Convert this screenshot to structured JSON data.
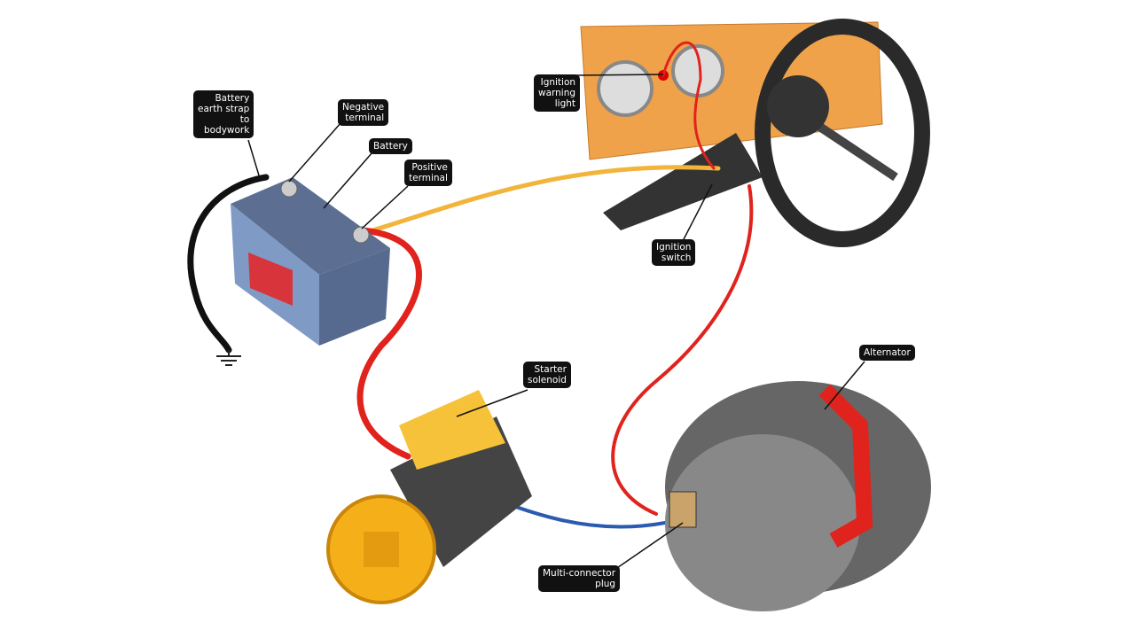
{
  "labels": {
    "earth_strap": "Battery\nearth strap\nto\nbodywork",
    "negative_terminal": "Negative\nterminal",
    "battery": "Battery",
    "positive_terminal": "Positive\nterminal",
    "ignition_warning_light": "Ignition\nwarning\nlight",
    "ignition_switch": "Ignition\nswitch",
    "starter_solenoid": "Starter\nsolenoid",
    "alternator": "Alternator",
    "multi_connector_plug": "Multi-connector\nplug"
  },
  "colors": {
    "live_wire": "#e0231c",
    "ignition_wire": "#f2b43a",
    "field_wire": "#2b5bb0",
    "dashboard": "#f0a24a",
    "starter": "#f5b019",
    "battery": "#7f9ac4"
  }
}
